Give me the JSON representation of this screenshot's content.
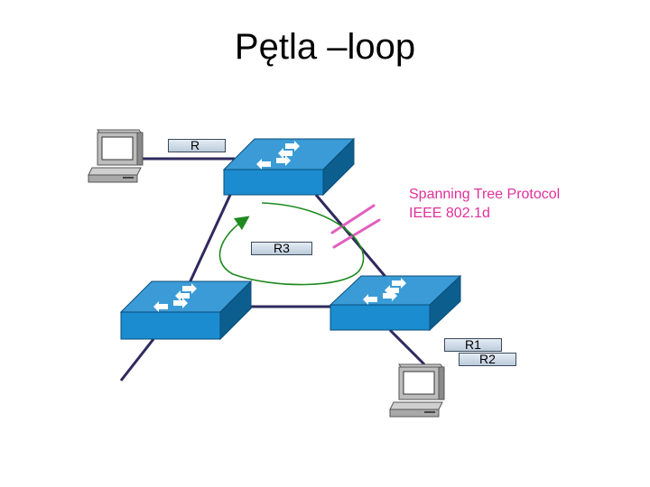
{
  "title": "Pętla –loop",
  "labels": {
    "r": "R",
    "r1": "R1",
    "r2": "R2",
    "r3": "R3"
  },
  "annotation": {
    "line1": "Spanning Tree Protocol",
    "line2": "IEEE 802.1d"
  },
  "colors": {
    "switch_top": "#3a9bd6",
    "switch_front": "#1a8ccf",
    "switch_side": "#0c5e8f",
    "cable": "#2e2a5e",
    "loop_arrow": "#1f8a1f",
    "blocked_mark": "#e060c0",
    "annotation_text": "#e0309a"
  },
  "icons": [
    "workstation-icon",
    "lan-switch-icon",
    "loop-arrow-icon"
  ]
}
